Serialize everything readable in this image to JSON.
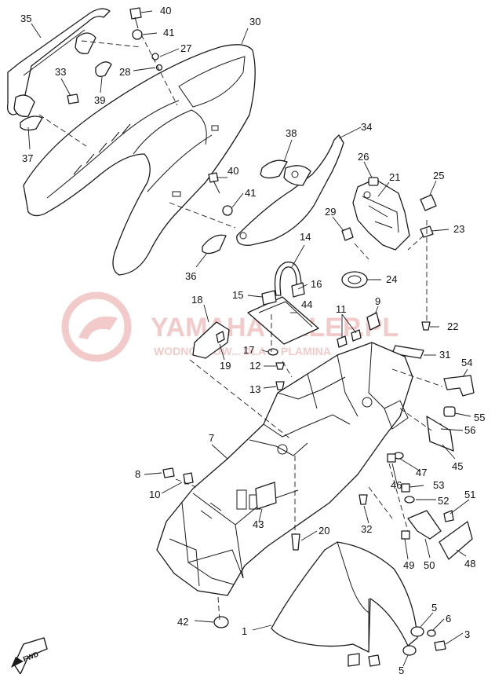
{
  "watermark": {
    "brand": "YAMAHA SKLEP.PL",
    "tagline": "WODNOCHOW... DLA ... PLAMINA",
    "color": "#e8a0a0"
  },
  "fwd_label": "FWD",
  "callouts": [
    {
      "n": "1"
    },
    {
      "n": "3"
    },
    {
      "n": "5"
    },
    {
      "n": "6"
    },
    {
      "n": "5"
    },
    {
      "n": "7"
    },
    {
      "n": "8"
    },
    {
      "n": "9"
    },
    {
      "n": "10"
    },
    {
      "n": "11"
    },
    {
      "n": "12"
    },
    {
      "n": "13"
    },
    {
      "n": "14"
    },
    {
      "n": "15"
    },
    {
      "n": "16"
    },
    {
      "n": "17"
    },
    {
      "n": "18"
    },
    {
      "n": "19"
    },
    {
      "n": "20"
    },
    {
      "n": "21"
    },
    {
      "n": "22"
    },
    {
      "n": "23"
    },
    {
      "n": "24"
    },
    {
      "n": "25"
    },
    {
      "n": "26"
    },
    {
      "n": "27"
    },
    {
      "n": "28"
    },
    {
      "n": "29"
    },
    {
      "n": "30"
    },
    {
      "n": "31"
    },
    {
      "n": "32"
    },
    {
      "n": "33"
    },
    {
      "n": "34"
    },
    {
      "n": "35"
    },
    {
      "n": "36"
    },
    {
      "n": "37"
    },
    {
      "n": "38"
    },
    {
      "n": "39"
    },
    {
      "n": "40"
    },
    {
      "n": "40"
    },
    {
      "n": "41"
    },
    {
      "n": "41"
    },
    {
      "n": "42"
    },
    {
      "n": "43"
    },
    {
      "n": "44"
    },
    {
      "n": "45"
    },
    {
      "n": "46"
    },
    {
      "n": "47"
    },
    {
      "n": "48"
    },
    {
      "n": "49"
    },
    {
      "n": "50"
    },
    {
      "n": "51"
    },
    {
      "n": "52"
    },
    {
      "n": "53"
    },
    {
      "n": "54"
    },
    {
      "n": "55"
    },
    {
      "n": "56"
    }
  ]
}
